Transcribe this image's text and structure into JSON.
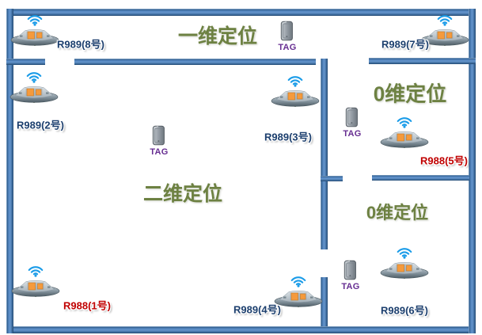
{
  "zones": [
    {
      "name": "zone-1d",
      "label": "一维定位"
    },
    {
      "name": "zone-2d",
      "label": "二维定位"
    },
    {
      "name": "zone-0d-upper",
      "label": "0维定位"
    },
    {
      "name": "zone-0d-lower",
      "label": "0维定位"
    }
  ],
  "readers": [
    {
      "id": "reader-8",
      "label": "R989(8号)"
    },
    {
      "id": "reader-7",
      "label": "R989(7号)"
    },
    {
      "id": "reader-2",
      "label": "R989(2号)"
    },
    {
      "id": "reader-3",
      "label": "R989(3号)"
    },
    {
      "id": "reader-5",
      "label": "R988(5号)"
    },
    {
      "id": "reader-1",
      "label": "R988(1号)"
    },
    {
      "id": "reader-4",
      "label": "R989(4号)"
    },
    {
      "id": "reader-6",
      "label": "R989(6号)"
    }
  ],
  "tags": [
    {
      "id": "tag-top",
      "label": "TAG"
    },
    {
      "id": "tag-middle",
      "label": "TAG"
    },
    {
      "id": "tag-right",
      "label": "TAG"
    },
    {
      "id": "tag-bottom",
      "label": "TAG"
    }
  ],
  "colors": {
    "wall": "#4f81bd",
    "wall_edge": "#24496f",
    "zone_text": "#6d8142",
    "reader_label": "#1c3f6e",
    "alert_label": "#c00000",
    "tag_text": "#662d91",
    "wifi": "#1b9ce8",
    "device_orange": "#f59a3c"
  }
}
